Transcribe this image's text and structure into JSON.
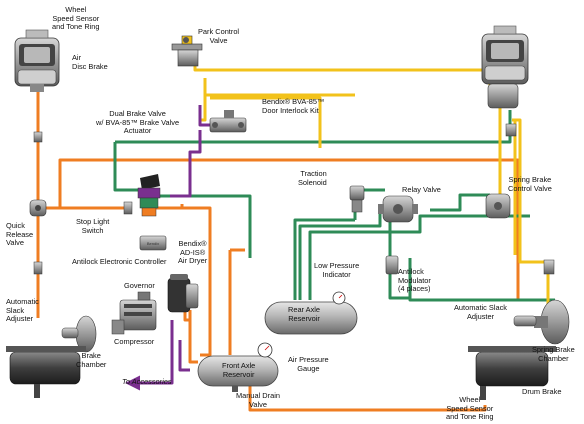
{
  "labels": {
    "wheel_speed_sensor_top_left": "Wheel\nSpeed Sensor\nand Tone Ring",
    "air_disc_brake": "Air\nDisc Brake",
    "park_control_valve": "Park Control\nValve",
    "bva85_door_interlock": "Bendix® BVA-85™\nDoor Interlock Kit",
    "dual_brake_valve": "Dual Brake Valve\nw/ BVA-85™ Brake Valve\nActuator",
    "traction_solenoid": "Traction\nSolenoid",
    "relay_valve": "Relay Valve",
    "spring_brake_control_valve": "Spring Brake\nControl Valve",
    "quick_release_valve": "Quick\nRelease\nValve",
    "stop_light_switch": "Stop Light\nSwitch",
    "antilock_electronic_controller": "Antilock Electronic Controller",
    "ad_is_air_dryer": "Bendix®\nAD-IS®\nAir Dryer",
    "low_pressure_indicator": "Low Pressure\nIndicator",
    "antilock_modulator": "Antilock\nModulator\n(4 places)",
    "governor": "Governor",
    "compressor": "Compressor",
    "rear_axle_reservoir": "Rear Axle\nReservoir",
    "automatic_slack_adjuster_left": "Automatic\nSlack\nAdjuster",
    "brake_chamber": "Brake\nChamber",
    "automatic_slack_adjuster_right": "Automatic Slack\nAdjuster",
    "spring_brake_chamber": "Spring Brake\nChamber",
    "front_axle_reservoir": "Front Axle\nReservoir",
    "air_pressure_gauge": "Air Pressure\nGauge",
    "to_accessories": "To Accessories",
    "manual_drain_valve": "Manual Drain\nValve",
    "drum_brake": "Drum Brake",
    "wheel_speed_sensor_bottom_right": "Wheel\nSpeed Sensor\nand Tone Ring",
    "controller_box_text": "Bendix"
  },
  "colors": {
    "supply_line": "#ef7d22",
    "primary_circuit": "#2e8b57",
    "secondary_circuit": "#f2c21b",
    "park_circuit": "#7a2f8f",
    "accessory_line": "#7a2f8f",
    "component": "#7a7a7a",
    "background": "#ffffff"
  }
}
